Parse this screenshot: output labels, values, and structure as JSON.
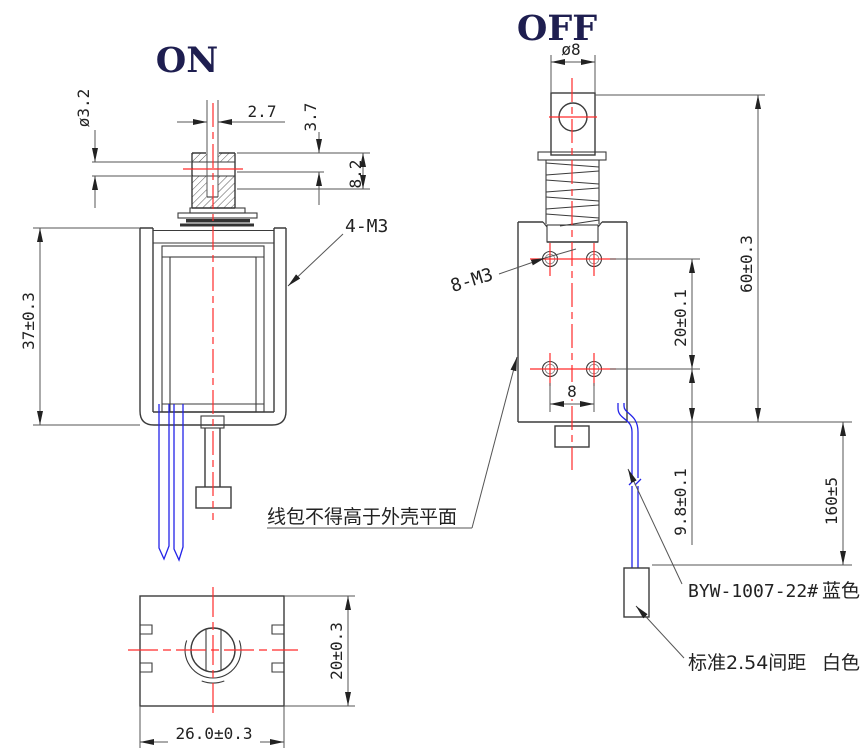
{
  "drawing": {
    "type": "engineering-drawing",
    "subject": "solenoid push-pull electromagnet, ON/OFF states with bottom view",
    "colors": {
      "background": "#ffffff",
      "line": "#3b3b3b",
      "centerline": "#ff2b2b",
      "wire": "#2323e8",
      "title": "#1e1e50"
    },
    "views": {
      "on": {
        "title": "ON",
        "dims": {
          "hole_dia": "ø3.2",
          "slot_width": "2.7",
          "top_to_hole": "3.7",
          "head_height": "8.2",
          "screws": "4-M3",
          "body_height": "37±0.3"
        }
      },
      "off": {
        "title": "OFF",
        "dims": {
          "rod_dia": "ø8",
          "screws": "8-M3",
          "hole_spacing_v": "20±0.1",
          "hole_pitch": "8",
          "overall_height": "60±0.3",
          "bottom_offset": "9.8±0.1",
          "wire_length": "160±5"
        }
      },
      "bottom": {
        "dims": {
          "depth": "20±0.3",
          "width": "26.0±0.3"
        }
      }
    },
    "annotations": {
      "coil_note": "线包不得高于外壳平面",
      "wire_spec": "BYW-1007-22#",
      "wire_color": "蓝色",
      "connector_spec": "标准2.54间距",
      "connector_color": "白色"
    }
  }
}
